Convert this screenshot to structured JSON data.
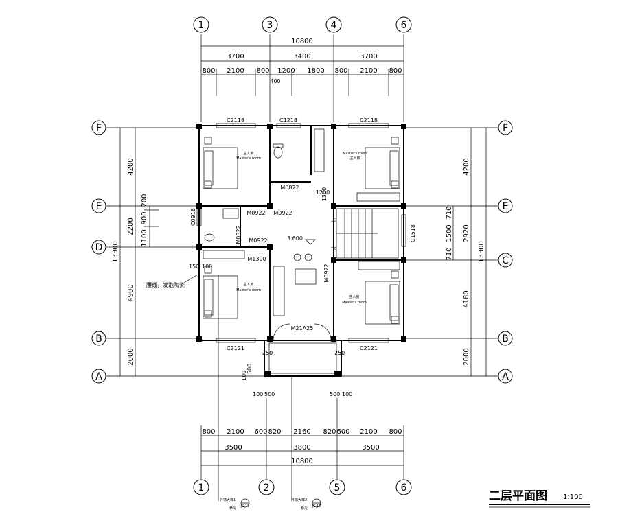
{
  "title": "二层平面图",
  "scale": "1:100",
  "axes": {
    "top": [
      "1",
      "3",
      "4",
      "6"
    ],
    "bottom": [
      "1",
      "2",
      "5",
      "6"
    ],
    "left": [
      "F",
      "E",
      "D",
      "B",
      "A"
    ],
    "right": [
      "F",
      "E",
      "C",
      "B",
      "A"
    ]
  },
  "dims": {
    "top_total": "10800",
    "top_mid": [
      "3700",
      "3400",
      "3700"
    ],
    "top_detail": [
      "800",
      "2100",
      "800",
      "1200",
      "1800",
      "800",
      "2100",
      "800"
    ],
    "top_400": "400",
    "bottom_detail": [
      "800",
      "2100",
      "600",
      "820",
      "2160",
      "820",
      "600",
      "2100",
      "800"
    ],
    "bottom_mid": [
      "3500",
      "3800",
      "3500"
    ],
    "bottom_total": "10800",
    "left_total": "13300",
    "left_mid": [
      "4200",
      "2200",
      "4900",
      "2000"
    ],
    "left_inner": [
      "200",
      "900",
      "1100"
    ],
    "right_total": "13300",
    "right_mid": [
      "4200",
      "2920",
      "4180",
      "2000"
    ],
    "right_inner": [
      "710",
      "1500",
      "710"
    ],
    "misc": [
      "150",
      "100",
      "250",
      "250",
      "100",
      "500",
      "100",
      "500",
      "500",
      "100",
      "1200",
      "1300"
    ]
  },
  "openings": {
    "windows": [
      "C2118",
      "C1218",
      "C2118",
      "C0918",
      "C1518",
      "C2121",
      "C2121"
    ],
    "doors": [
      "M0822",
      "M0922",
      "M0922",
      "M0922",
      "M0822",
      "M0922",
      "M1300",
      "M21A25"
    ]
  },
  "rooms": {
    "master_cn": "主人房",
    "master_en": "Master's room",
    "level": "3.600",
    "stair_up": "上",
    "stair_down": "下"
  },
  "notes": {
    "waist_line": "腰线，发泡陶瓷",
    "detail1": "外墙大样1",
    "detail2": "外墙大样2",
    "detail_ref": "参见",
    "detail_no": "JS-15"
  }
}
